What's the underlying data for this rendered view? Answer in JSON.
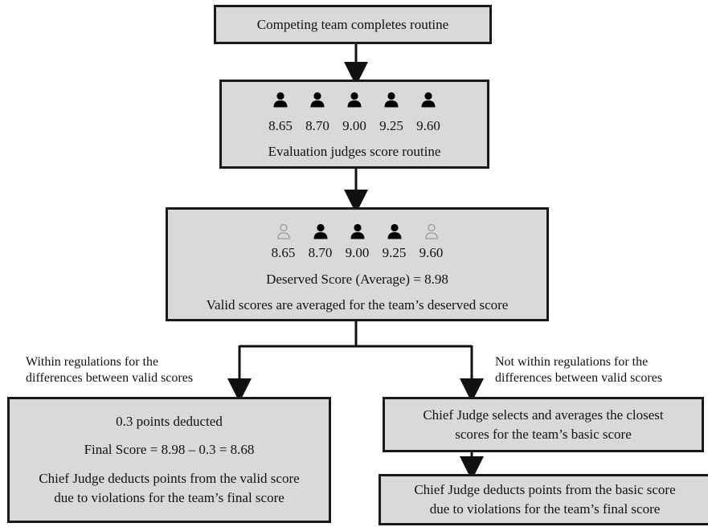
{
  "nodes": {
    "routine": {
      "text": "Competing team completes routine"
    },
    "evaluation": {
      "scores": [
        "8.65",
        "8.70",
        "9.00",
        "9.25",
        "9.60"
      ],
      "label": "Evaluation judges score routine"
    },
    "deserved": {
      "scores": [
        "8.65",
        "8.70",
        "9.00",
        "9.25",
        "9.60"
      ],
      "valid": [
        false,
        true,
        true,
        true,
        false
      ],
      "score_line": "Deserved Score (Average) = 8.98",
      "label": "Valid scores are averaged for the team’s deserved score"
    },
    "within_final": {
      "deduction": "0.3 points deducted",
      "final_line": "Final Score = 8.98 – 0.3 = 8.68",
      "label_line1": "Chief Judge deducts points from the valid score",
      "label_line2": "due to violations for the team’s final score"
    },
    "basic": {
      "line1": "Chief Judge selects and averages the closest",
      "line2": "scores for the team’s basic score"
    },
    "not_within_final": {
      "line1": "Chief Judge deducts points from the basic score",
      "line2": "due to violations for the team’s final score"
    }
  },
  "branches": {
    "within": {
      "line1": "Within regulations for the",
      "line2": "differences between valid scores"
    },
    "not_within": {
      "line1": "Not within regulations for the",
      "line2": "differences between valid scores"
    }
  },
  "icons": {
    "valid_judge": "person-filled-icon",
    "invalid_judge": "person-outline-icon"
  },
  "colors": {
    "box_fill": "#d9d9d9",
    "border": "#1a1a1a",
    "outline_icon": "#8c8c8c"
  }
}
